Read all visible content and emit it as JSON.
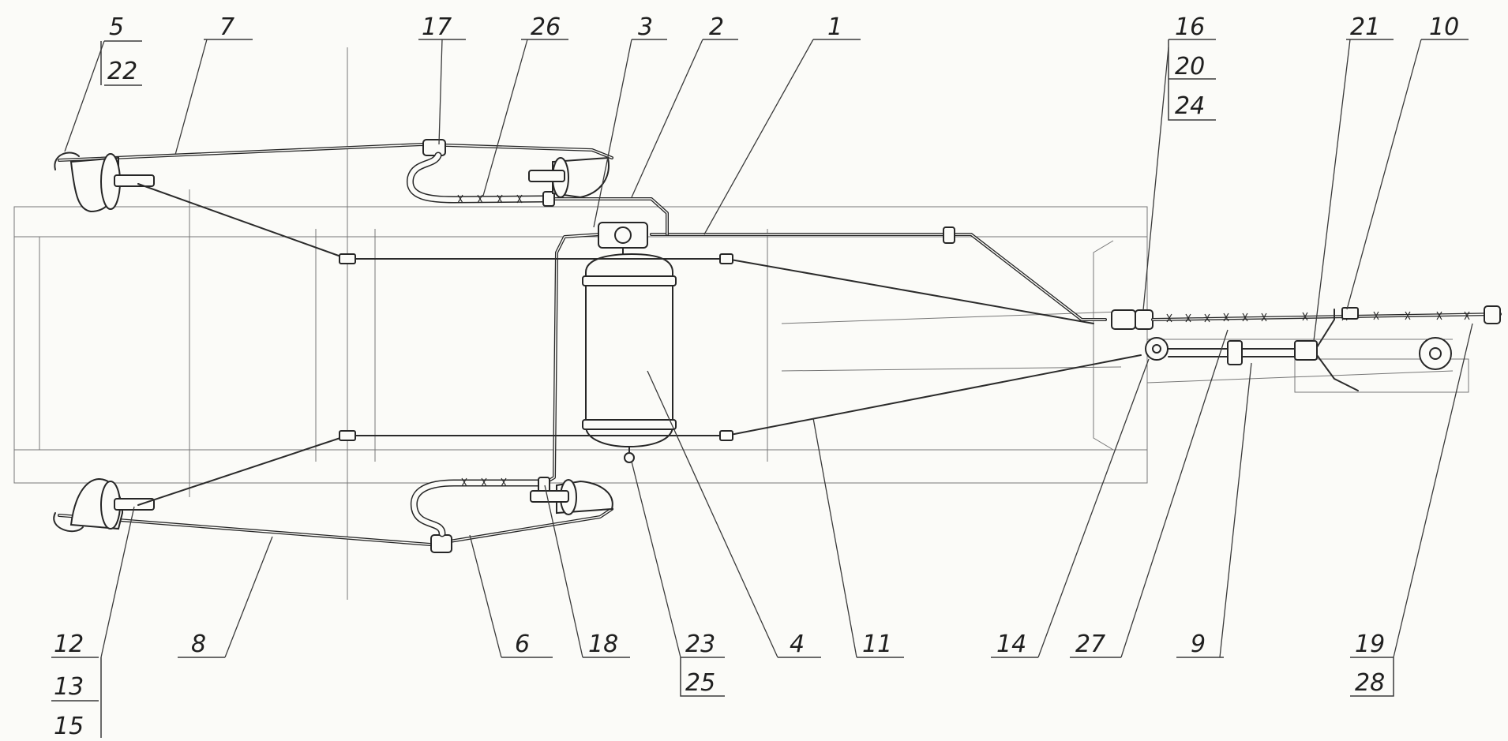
{
  "callouts": {
    "c5": "5",
    "c22": "22",
    "c7": "7",
    "c17": "17",
    "c26": "26",
    "c3": "3",
    "c2": "2",
    "c1": "1",
    "c16": "16",
    "c20": "20",
    "c24": "24",
    "c21": "21",
    "c10": "10",
    "c12": "12",
    "c13": "13",
    "c15": "15",
    "c8": "8",
    "c6": "6",
    "c18": "18",
    "c23": "23",
    "c25": "25",
    "c4": "4",
    "c11": "11",
    "c14": "14",
    "c27": "27",
    "c9": "9",
    "c19": "19",
    "c28": "28"
  }
}
